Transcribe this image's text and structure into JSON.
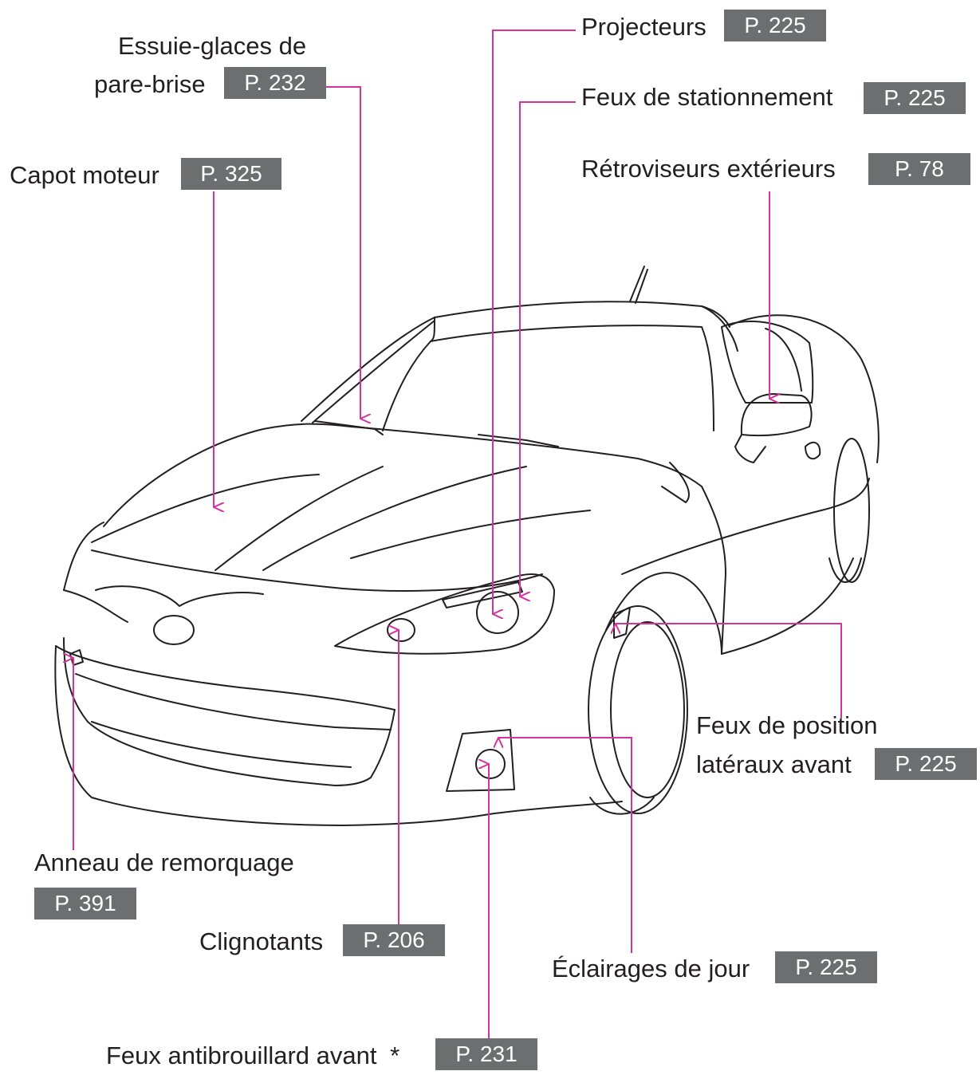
{
  "callouts": [
    {
      "id": "projecteurs",
      "text": "Projecteurs",
      "page": "P. 225"
    },
    {
      "id": "feux-stationnement",
      "text": "Feux de stationnement",
      "page": "P. 225"
    },
    {
      "id": "retroviseurs",
      "text": "Rétroviseurs extérieurs",
      "page": "P. 78"
    },
    {
      "id": "essuie-glaces",
      "text_line1": "Essuie-glaces de",
      "text_line2": "pare-brise",
      "page": "P. 232"
    },
    {
      "id": "capot",
      "text": "Capot moteur",
      "page": "P. 325"
    },
    {
      "id": "position-lateraux",
      "text_line1": "Feux de position",
      "text_line2": "latéraux avant",
      "page": "P. 225"
    },
    {
      "id": "anneau",
      "text": "Anneau de remorquage",
      "page": "P. 391"
    },
    {
      "id": "clignotants",
      "text": "Clignotants",
      "page": "P. 206"
    },
    {
      "id": "eclairages-jour",
      "text": "Éclairages de jour",
      "page": "P. 225"
    },
    {
      "id": "antibrouillard",
      "text": "Feux antibrouillard avant",
      "marker": "*",
      "page": "P. 231"
    }
  ],
  "colors": {
    "leader": "#d4339b",
    "badge": "#6d6e70",
    "outline": "#231f20"
  }
}
